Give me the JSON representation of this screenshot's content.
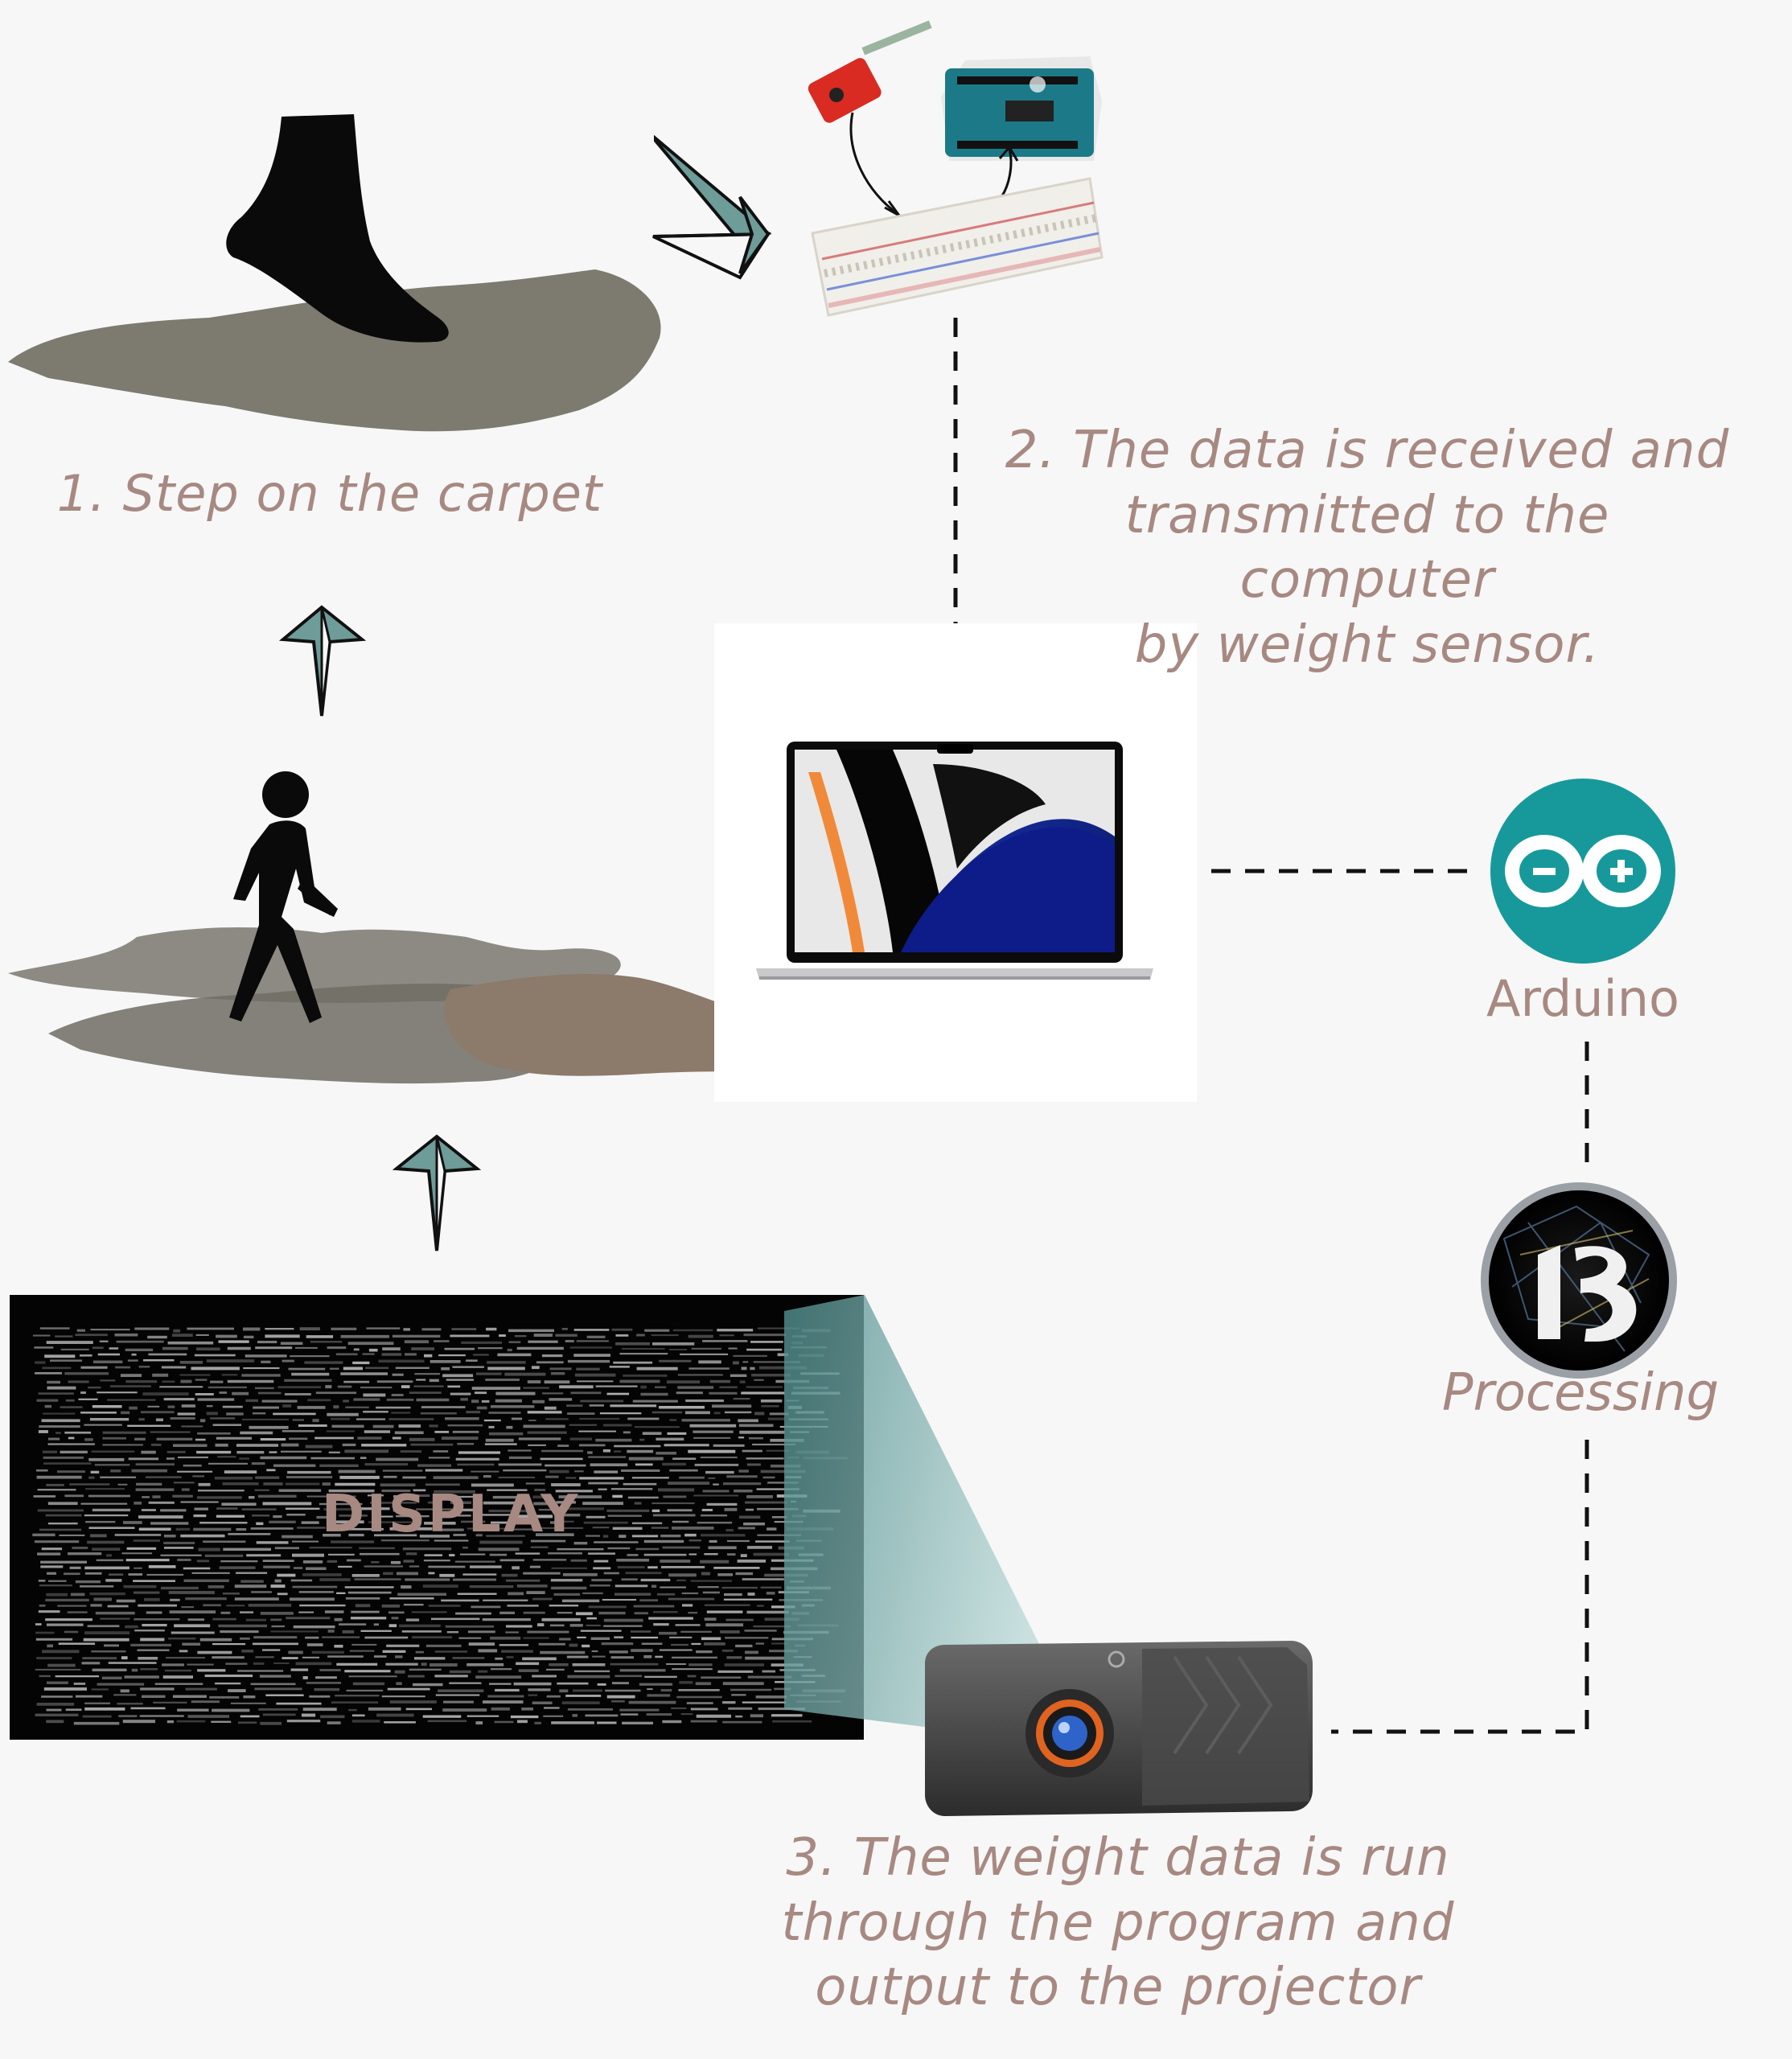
{
  "steps": {
    "step1": "1. Step on the carpet",
    "step2_lines": [
      "2. The data is received and",
      "transmitted to the computer",
      "by weight sensor."
    ],
    "step3_lines": [
      "3. The weight data is run",
      "through the program and",
      "output to the projector"
    ]
  },
  "nodes": {
    "arduino_label": "Arduino",
    "processing_label": "Processing",
    "display_label": "DISPLAY"
  },
  "colors": {
    "background": "#f7f7f7",
    "caption_text": "#a78982",
    "arrow_fill": "#6e9c98",
    "carpet_gray": "#7d7a70",
    "carpet_brown": "#8c7a6a",
    "arduino_teal": "#17999b",
    "screen_black": "#040404"
  },
  "icons": [
    "foot-icon",
    "walking-person-icon",
    "arduino-logo-icon",
    "processing-logo-icon",
    "laptop-icon",
    "projector-icon",
    "breadboard-icon",
    "sensor-icon",
    "arduino-board-icon"
  ]
}
